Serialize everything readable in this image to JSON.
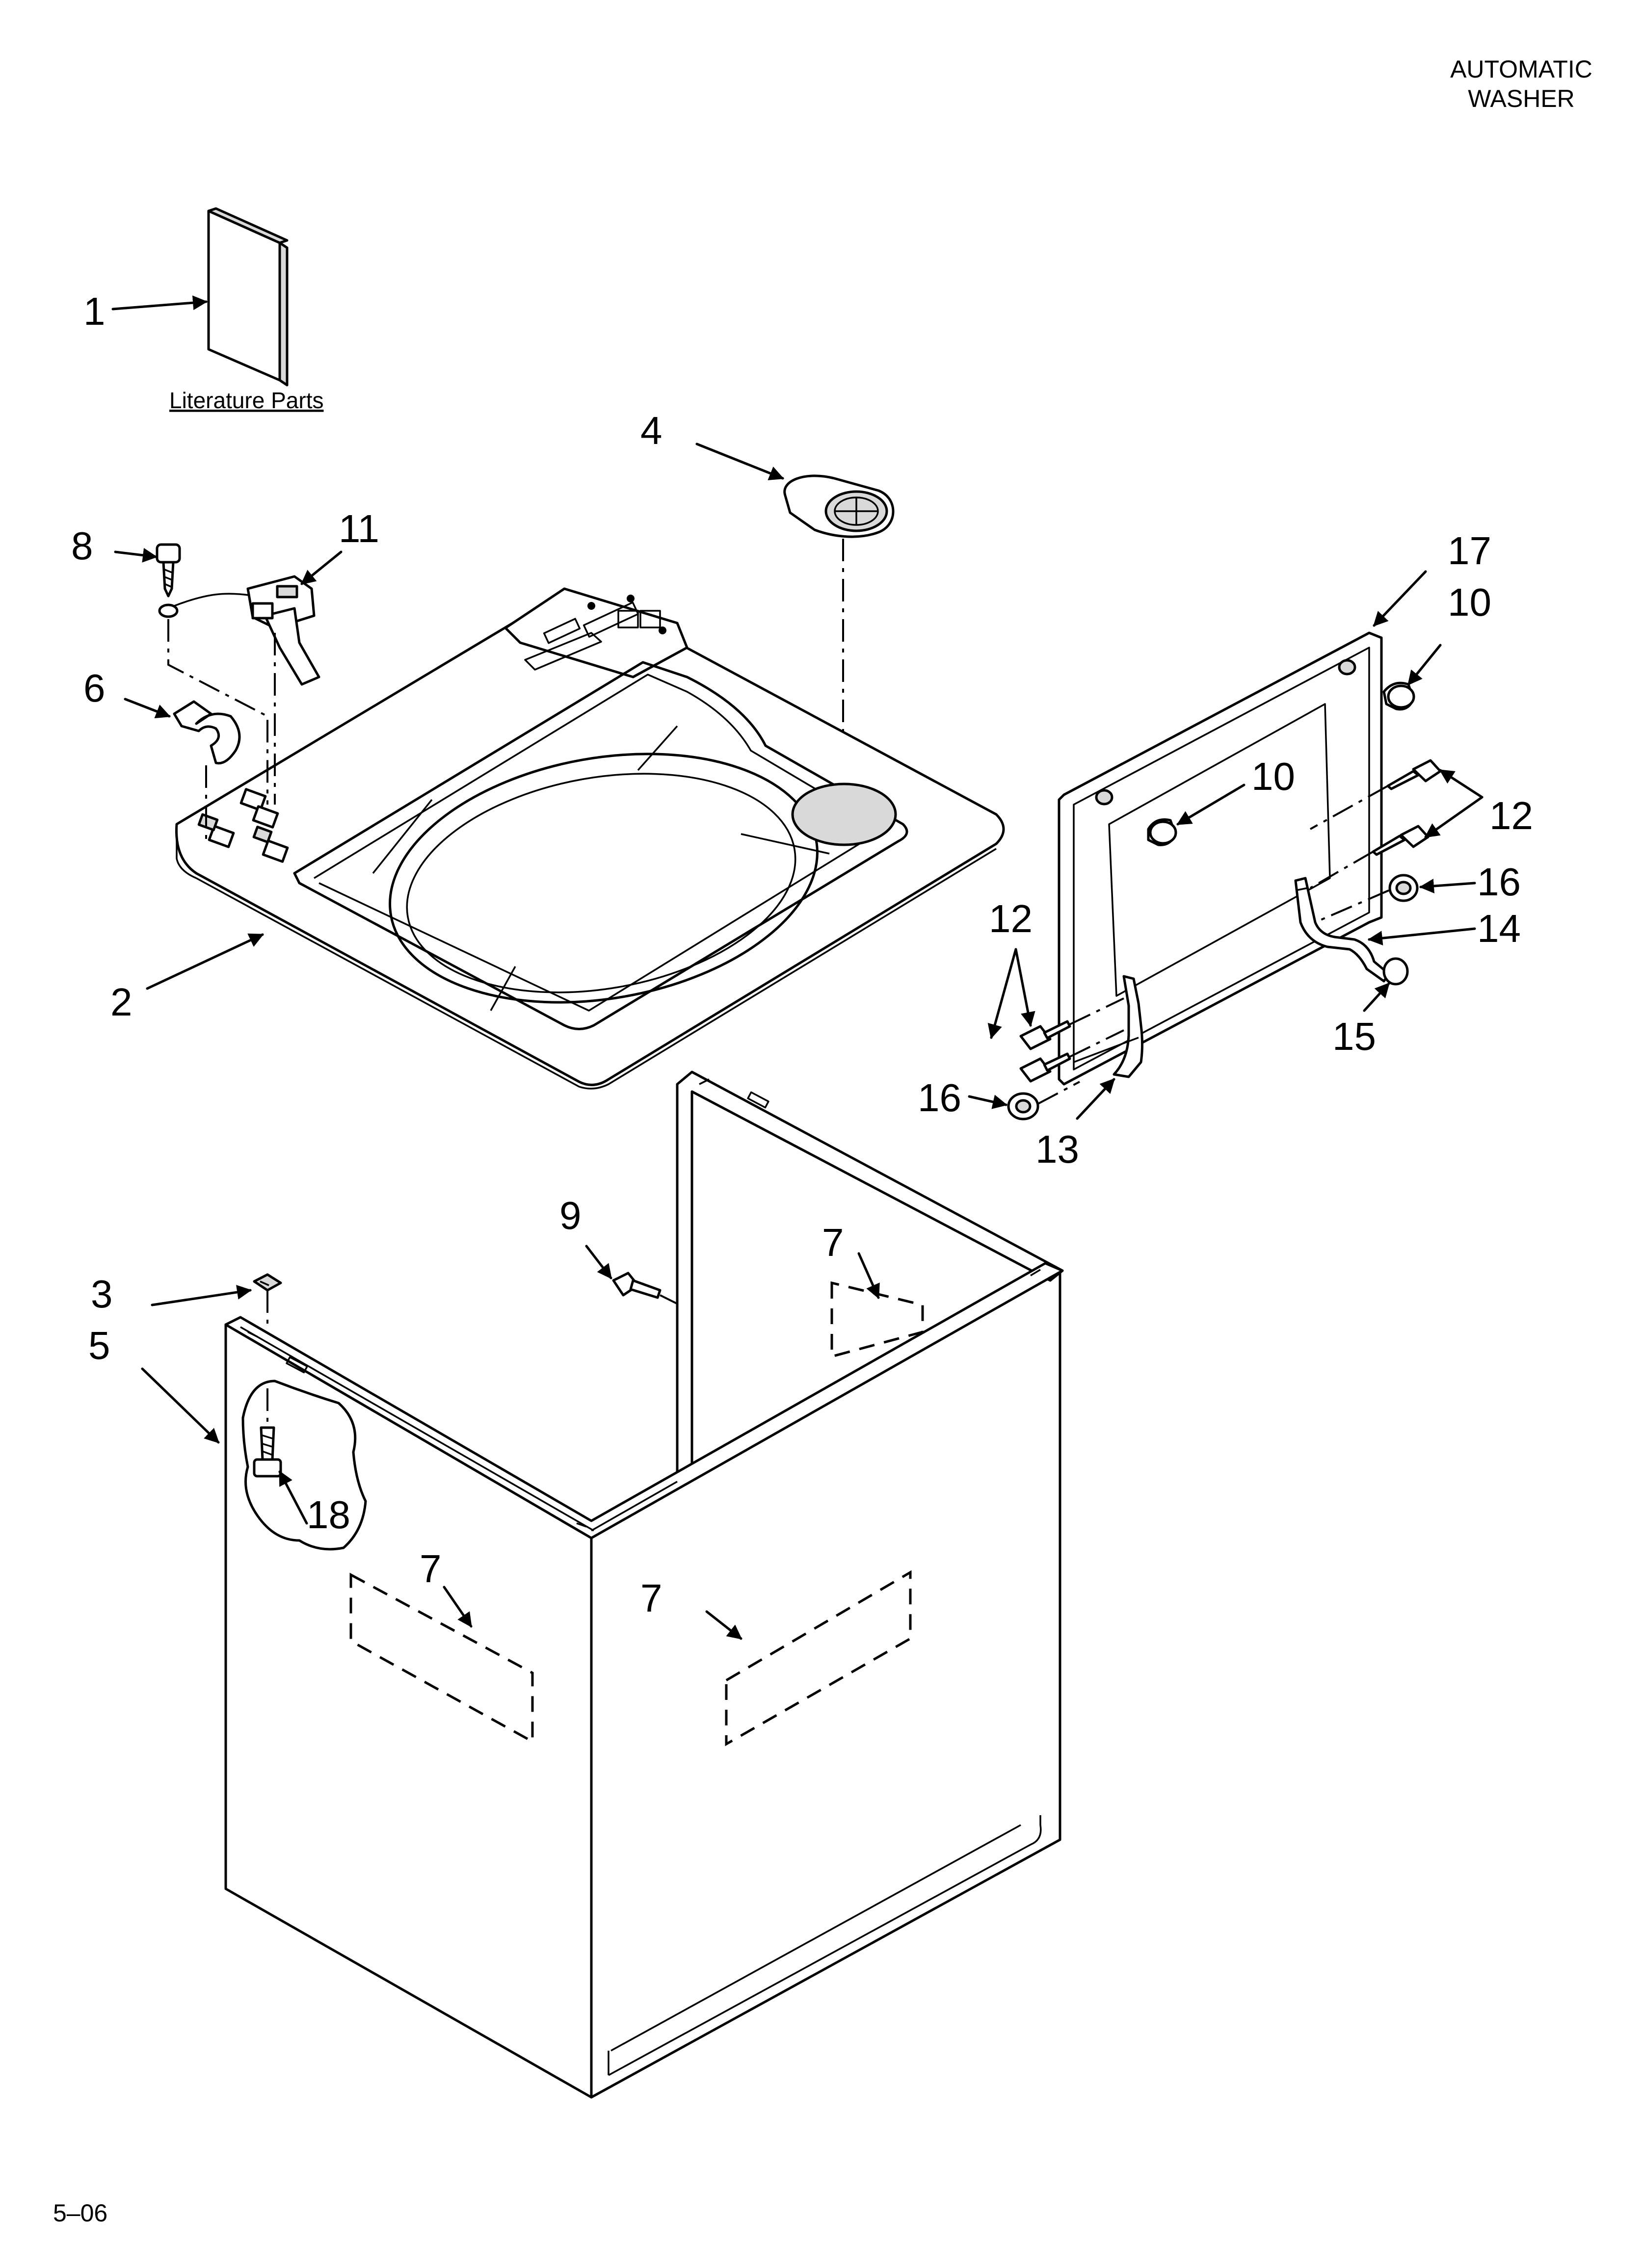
{
  "header": {
    "line1": "AUTOMATIC",
    "line2": "WASHER"
  },
  "literature_label": "Literature Parts",
  "footer": "5–06",
  "callouts": {
    "c1": "1",
    "c2": "2",
    "c3": "3",
    "c4": "4",
    "c5": "5",
    "c6": "6",
    "c7a": "7",
    "c7b": "7",
    "c7c": "7",
    "c8": "8",
    "c9": "9",
    "c10a": "10",
    "c10b": "10",
    "c11": "11",
    "c12a": "12",
    "c12b": "12",
    "c13": "13",
    "c14": "14",
    "c15": "15",
    "c16a": "16",
    "c16b": "16",
    "c17": "17",
    "c18": "18"
  },
  "colors": {
    "ink": "#000000",
    "paper": "#ffffff",
    "shade": "#d9d9d9"
  },
  "icons": {
    "arrow": "callout-arrow",
    "screw": "screw-icon",
    "clip": "clip-icon",
    "plug": "plug-icon"
  }
}
